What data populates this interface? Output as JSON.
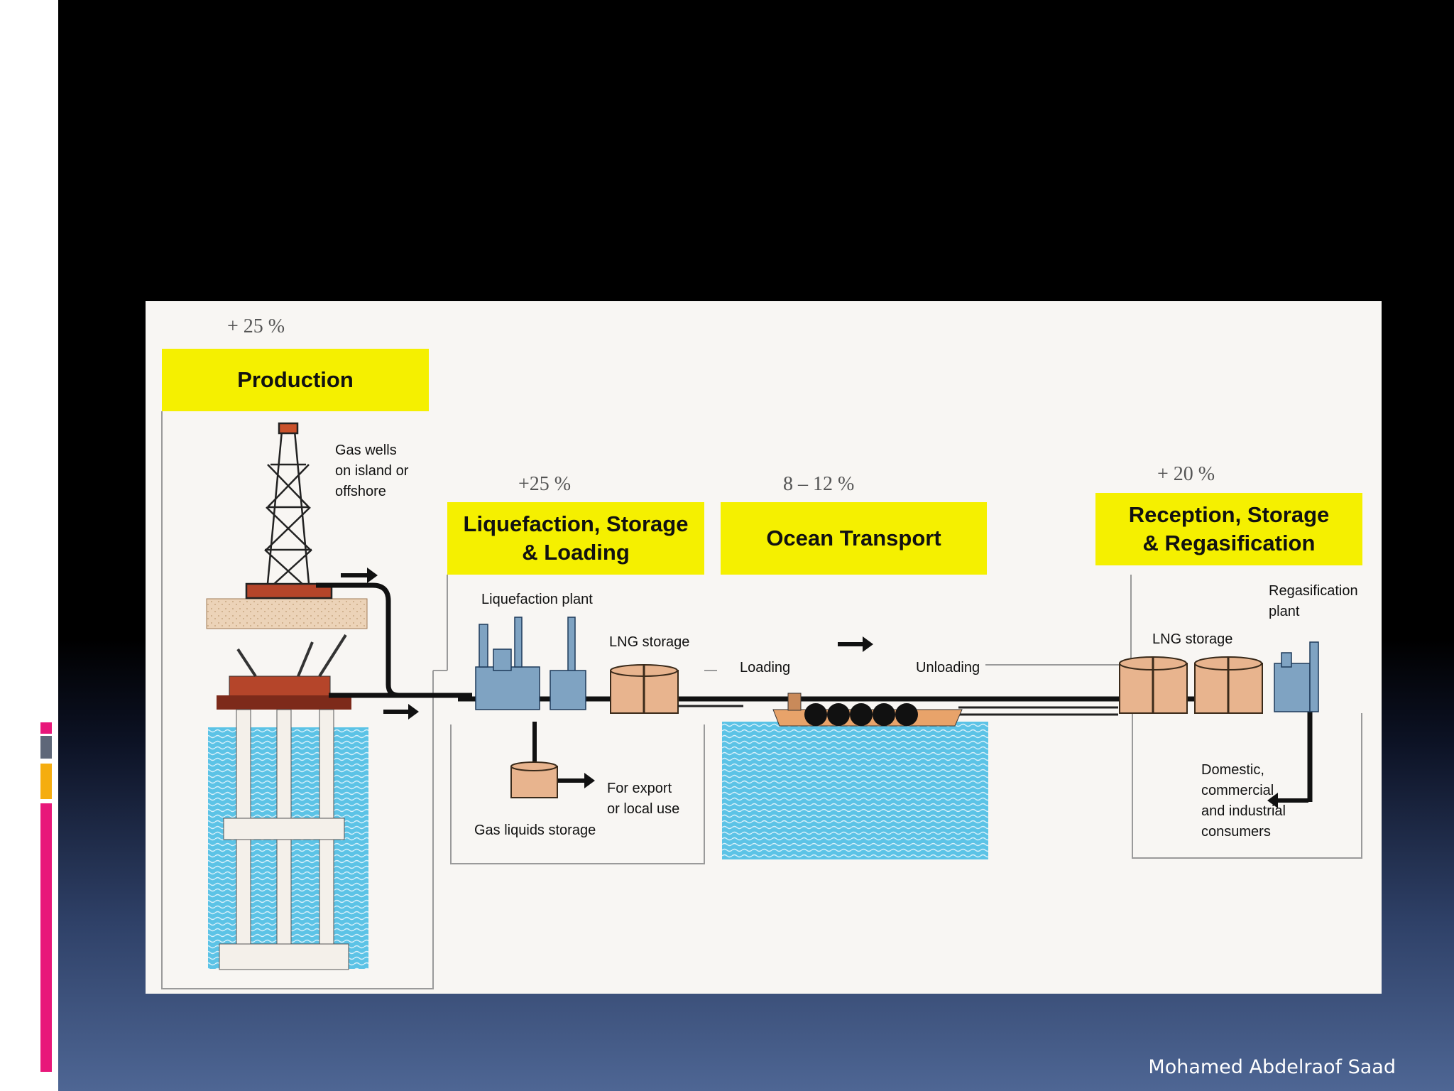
{
  "slide": {
    "author": "Mohamed Abdelraof Saad",
    "accent_colors": {
      "pink": "#e8177a",
      "slate": "#5e6779",
      "amber": "#f5ad0f"
    }
  },
  "diagram": {
    "stages": [
      {
        "title": "Production",
        "cost": "+ 25 %"
      },
      {
        "title": "Liquefaction, Storage\n& Loading",
        "cost": "+25 %"
      },
      {
        "title": "Ocean Transport",
        "cost": "8 – 12 %"
      },
      {
        "title": "Reception, Storage\n& Regasification",
        "cost": "+ 20 %"
      }
    ],
    "labels": {
      "gas_wells": "Gas wells\non island or\noffshore",
      "liquefaction_plant": "Liquefaction plant",
      "lng_storage_1": "LNG storage",
      "gas_liquids_storage": "Gas liquids storage",
      "for_export": "For export\nor local use",
      "loading": "Loading",
      "unloading": "Unloading",
      "lng_storage_2": "LNG storage",
      "regasification_plant": "Regasification\nplant",
      "consumers": "Domestic,\ncommercial\nand industrial\nconsumers"
    },
    "colors": {
      "title_fill": "#f5f000",
      "water": "#5cc3e6",
      "tank": "#e8b48e"
    }
  }
}
